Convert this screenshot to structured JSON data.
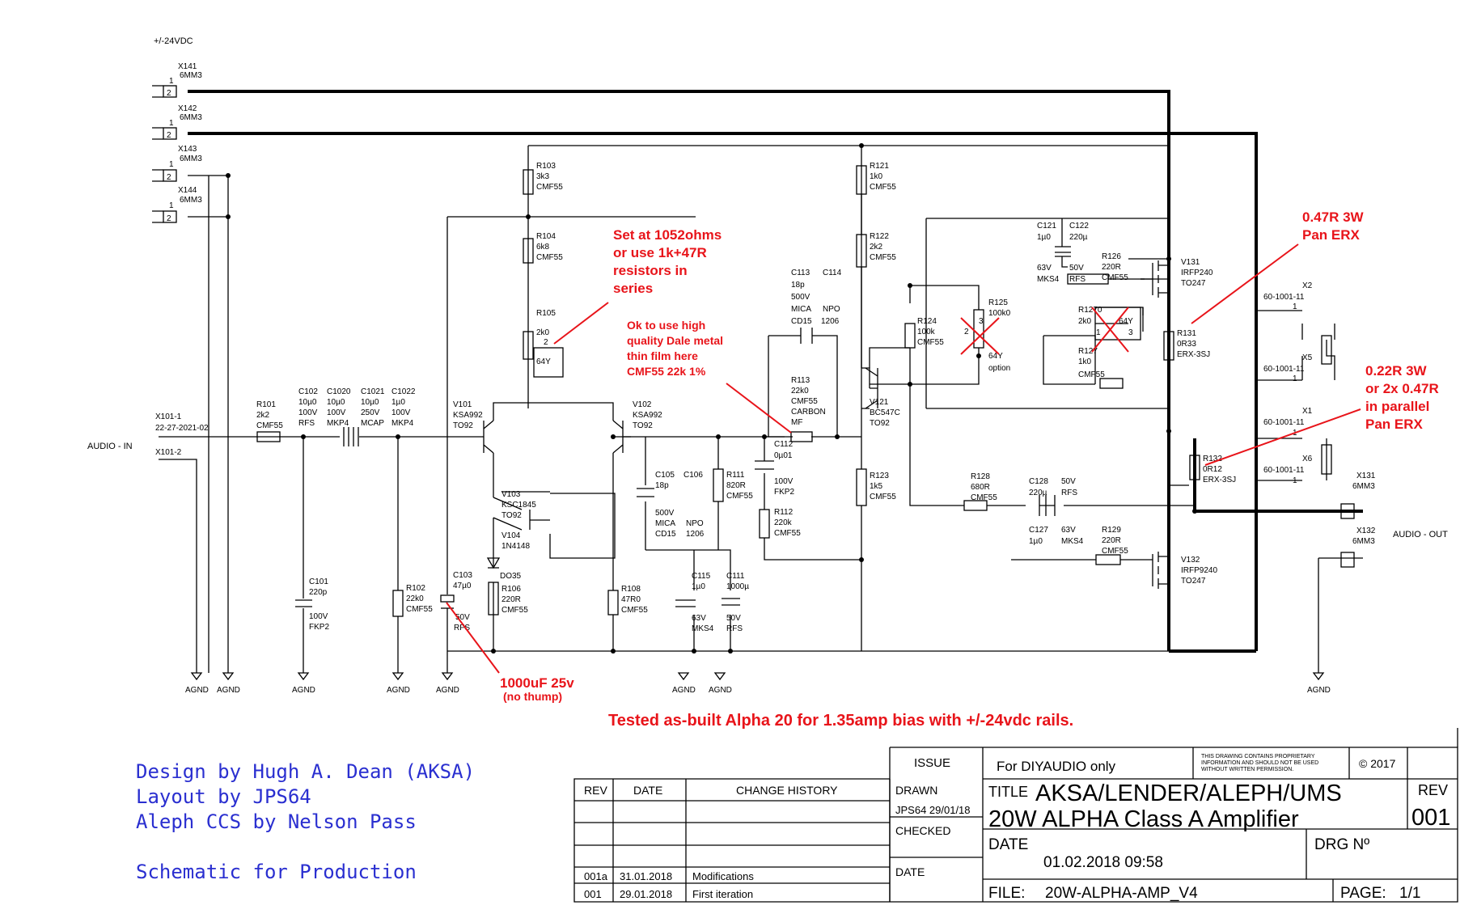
{
  "supply": "+/-24VDC",
  "connectors": [
    {
      "ref": "X141",
      "type": "6MM3",
      "p1": "1",
      "p2": "2"
    },
    {
      "ref": "X142",
      "type": "6MM3",
      "p1": "1",
      "p2": "2"
    },
    {
      "ref": "X143",
      "type": "6MM3",
      "p1": "1",
      "p2": "2"
    },
    {
      "ref": "X144",
      "type": "6MM3",
      "p1": "1",
      "p2": "2"
    }
  ],
  "input": {
    "label": "AUDIO - IN",
    "x101_1": "X101-1",
    "x101_1_part": "22-27-2021-02",
    "x101_2": "X101-2"
  },
  "output": {
    "label": "AUDIO - OUT",
    "x131": "X131",
    "x131_type": "6MM3",
    "x132": "X132",
    "x132_type": "6MM3"
  },
  "components": {
    "R101": [
      "R101",
      "2k2",
      "CMF55"
    ],
    "C102": [
      "C102",
      "10µ0",
      "100V",
      "RFS"
    ],
    "C1020": [
      "C1020",
      "10µ0",
      "100V",
      "MKP4"
    ],
    "C1021": [
      "C1021",
      "10µ0",
      "250V",
      "MCAP"
    ],
    "C1022": [
      "C1022",
      "1µ0",
      "100V",
      "MKP4"
    ],
    "C101": [
      "C101",
      "220p",
      "100V",
      "FKP2"
    ],
    "R102": [
      "R102",
      "22k0",
      "CMF55"
    ],
    "C103": [
      "C103",
      "47µ0",
      "50V",
      "RFS"
    ],
    "R103": [
      "R103",
      "3k3",
      "CMF55"
    ],
    "R104": [
      "R104",
      "6k8",
      "CMF55"
    ],
    "R105": [
      "R105",
      "2k0",
      "64Y"
    ],
    "V101": [
      "V101",
      "KSA992",
      "TO92"
    ],
    "V102": [
      "V102",
      "KSA992",
      "TO92"
    ],
    "V103": [
      "V103",
      "KSC1845",
      "TO92"
    ],
    "V104": [
      "V104",
      "1N4148",
      "DO35"
    ],
    "R106": [
      "R106",
      "220R",
      "CMF55"
    ],
    "R108": [
      "R108",
      "47R0",
      "CMF55"
    ],
    "C105": [
      "C105",
      "C106",
      "18p",
      "500V",
      "MICA",
      "NPO",
      "CD15",
      "1206"
    ],
    "R111": [
      "R111",
      "820R",
      "CMF55"
    ],
    "C115": [
      "C115",
      "1µ0",
      "63V",
      "MKS4"
    ],
    "C111": [
      "C111",
      "1000µ",
      "50V",
      "RFS"
    ],
    "C113": [
      "C113",
      "C114",
      "18p",
      "500V",
      "MICA",
      "NPO",
      "CD15",
      "1206"
    ],
    "R113": [
      "R113",
      "22k0",
      "CMF55",
      "CARBON",
      "MF"
    ],
    "C112": [
      "C112",
      "0µ01",
      "100V",
      "FKP2"
    ],
    "R112": [
      "R112",
      "220k",
      "CMF55"
    ],
    "R121": [
      "R121",
      "1k0",
      "CMF55"
    ],
    "R122": [
      "R122",
      "2k2",
      "CMF55"
    ],
    "R123": [
      "R123",
      "1k5",
      "CMF55"
    ],
    "V121": [
      "V121",
      "BC547C",
      "TO92"
    ],
    "R124": [
      "R124",
      "100k",
      "CMF55"
    ],
    "R125": [
      "R125",
      "100k0",
      "64Y",
      "option"
    ],
    "C121": [
      "C121",
      "1µ0",
      "63V",
      "MKS4"
    ],
    "C122": [
      "C122",
      "220µ",
      "50V",
      "RFS"
    ],
    "R126": [
      "R126",
      "220R",
      "CMF55"
    ],
    "R1270": [
      "R1270",
      "2k0",
      "64Y"
    ],
    "R127": [
      "R127",
      "1k0",
      "CMF55"
    ],
    "R128": [
      "R128",
      "680R",
      "CMF55"
    ],
    "C128": [
      "C128",
      "220µ",
      "50V",
      "RFS"
    ],
    "C127": [
      "C127",
      "1µ0",
      "63V",
      "MKS4"
    ],
    "R129": [
      "R129",
      "220R",
      "CMF55"
    ],
    "V131": [
      "V131",
      "IRFP240",
      "TO247"
    ],
    "V132": [
      "V132",
      "IRFP9240",
      "TO247"
    ],
    "R131": [
      "R131",
      "0R33",
      "ERX-3SJ"
    ],
    "R132": [
      "R132",
      "0R12",
      "ERX-3SJ"
    ],
    "X2": [
      "X2",
      "60-1001-11",
      "1"
    ],
    "X5": [
      "X5",
      "60-1001-11",
      "1"
    ],
    "X1": [
      "X1",
      "60-1001-11",
      "1"
    ],
    "X6": [
      "X6",
      "60-1001-11",
      "1"
    ]
  },
  "pot_pins": {
    "p1": "1",
    "p2": "2",
    "p3": "3"
  },
  "ground": "AGND",
  "notes": {
    "n1": [
      "Set at 1052ohms",
      "or use 1k+47R",
      "resistors in",
      "series"
    ],
    "n2": [
      "Ok to use high",
      "quality Dale metal",
      "thin film here",
      "CMF55 22k 1%"
    ],
    "n3": [
      "0.47R 3W",
      "Pan ERX"
    ],
    "n4": [
      "0.22R 3W",
      "or 2x 0.47R",
      "in parallel",
      "Pan ERX"
    ],
    "n5": [
      "1000uF 25v",
      "(no thump)"
    ],
    "tested": "Tested as-built Alpha 20 for 1.35amp bias with +/-24vdc rails."
  },
  "credits": [
    "Design by Hugh A. Dean (AKSA)",
    "Layout by JPS64",
    "Aleph CCS by Nelson Pass",
    "Schematic for Production"
  ],
  "title_block": {
    "issue": "ISSUE",
    "for": "For DIYAUDIO only",
    "proprietary": [
      "THIS DRAWING CONTAINS PROPRIETARY",
      "INFORMATION AND SHOULD NOT BE USED",
      "WITHOUT WRITTEN PERMISSION."
    ],
    "copyright": "© 2017",
    "rev_hdr": "REV",
    "date_hdr": "DATE",
    "change_hdr": "CHANGE HISTORY",
    "drawn": "DRAWN",
    "drawn_by": "JPS64 29/01/18",
    "checked": "CHECKED",
    "date_lbl": "DATE",
    "title_lbl": "TITLE",
    "title1": "AKSA/LENDER/ALEPH/UMS",
    "title2": "20W ALPHA Class A Amplifier",
    "rev_lbl": "REV",
    "rev": "001",
    "date_lbl2": "DATE",
    "date": "01.02.2018 09:58",
    "drg_lbl": "DRG Nº",
    "file_lbl": "FILE:",
    "file": "20W-ALPHA-AMP_V4",
    "page_lbl": "PAGE:",
    "page": "1/1",
    "history": [
      {
        "rev": "001a",
        "date": "31.01.2018",
        "desc": "Modifications"
      },
      {
        "rev": "001",
        "date": "29.01.2018",
        "desc": "First iteration"
      }
    ]
  }
}
